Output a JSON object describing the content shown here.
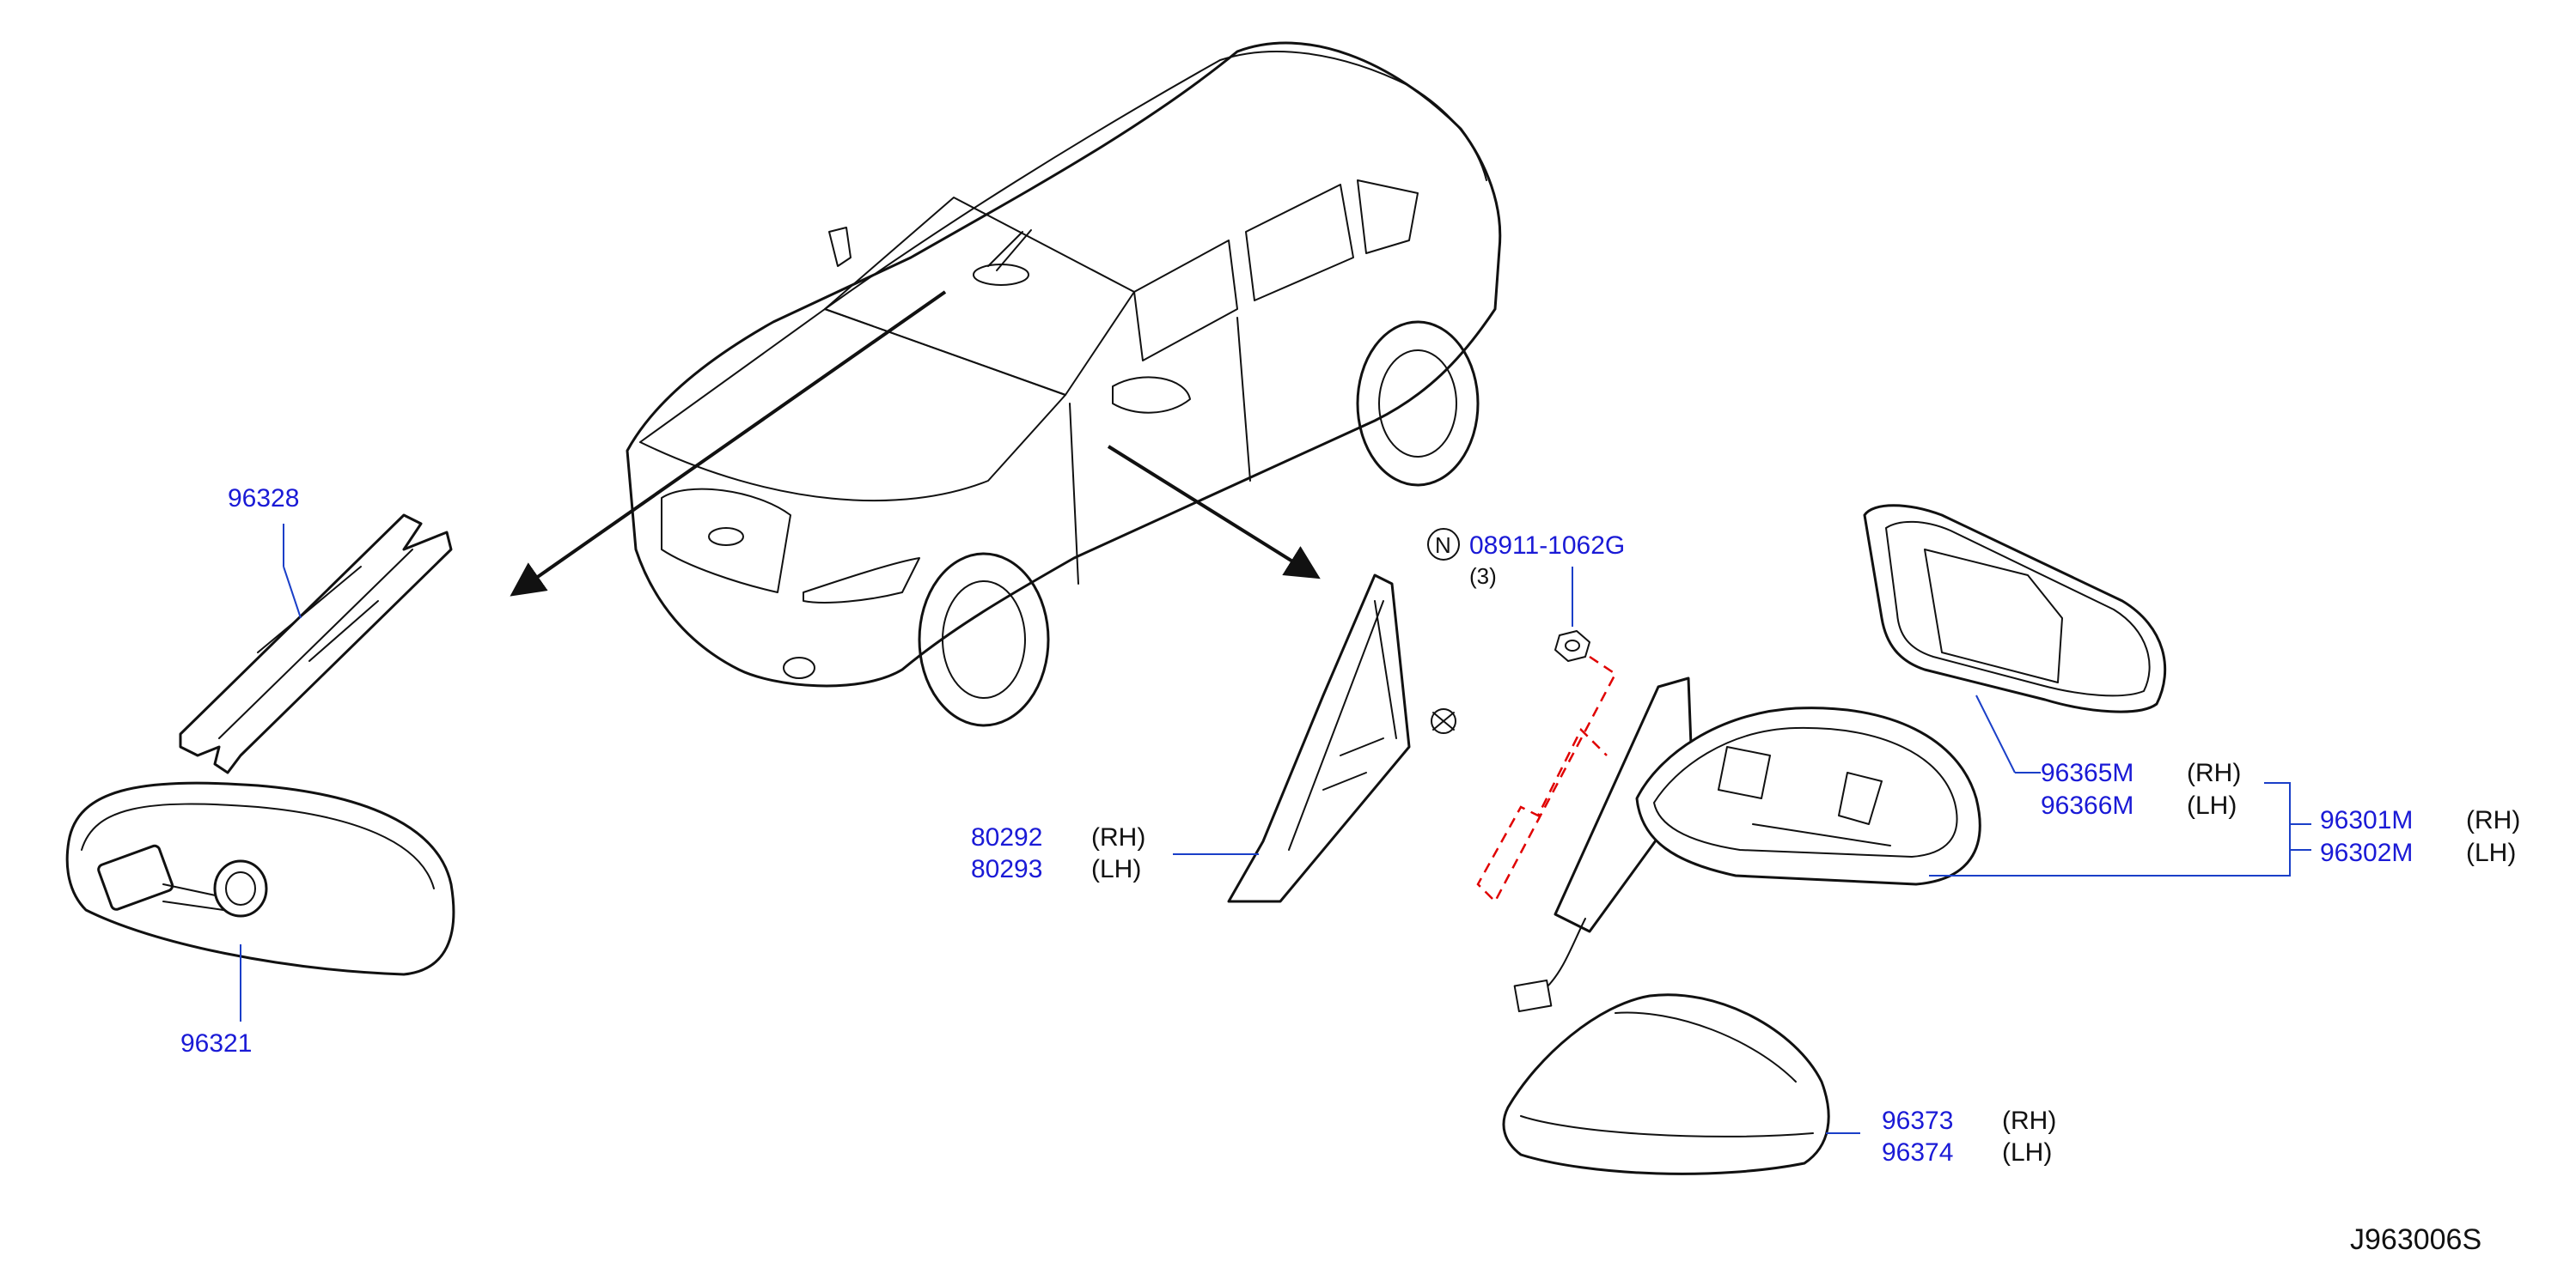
{
  "diagram_code": "J963006S",
  "labels": {
    "p96328": "96328",
    "p96321": "96321",
    "p80292": "80292",
    "p80292_side": "(RH)",
    "p80293": "80293",
    "p80293_side": "(LH)",
    "nut_marker": "N",
    "p08911": "08911-1062G",
    "p08911_qty": "(3)",
    "p96365M": "96365M",
    "p96365M_side": "(RH)",
    "p96366M": "96366M",
    "p96366M_side": "(LH)",
    "p96301M": "96301M",
    "p96301M_side": "(RH)",
    "p96302M": "96302M",
    "p96302M_side": "(LH)",
    "p96373": "96373",
    "p96373_side": "(RH)",
    "p96374": "96374",
    "p96374_side": "(LH)"
  }
}
